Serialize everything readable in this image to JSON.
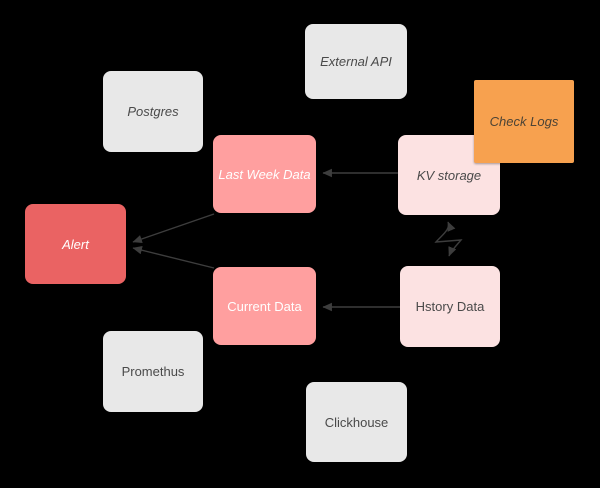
{
  "diagram": {
    "background": "#000000",
    "nodes": [
      {
        "id": "postgres",
        "label": "Postgres",
        "fill": "#e8e8e8",
        "text_color": "#4a4a4a",
        "italic": true
      },
      {
        "id": "external-api",
        "label": "External API",
        "fill": "#e8e8e8",
        "text_color": "#4a4a4a",
        "italic": true
      },
      {
        "id": "check-logs",
        "label": "Check Logs",
        "fill": "#f7a14f",
        "text_color": "#4d4436",
        "italic": true
      },
      {
        "id": "last-week-data",
        "label": "Last Week Data",
        "fill": "#ff9f9f",
        "text_color": "#ffffff",
        "italic": true
      },
      {
        "id": "kv-storage",
        "label": "KV storage",
        "fill": "#fce2e2",
        "text_color": "#4a4a4a",
        "italic": true
      },
      {
        "id": "alert",
        "label": "Alert",
        "fill": "#ea6363",
        "text_color": "#ffffff",
        "italic": true
      },
      {
        "id": "current-data",
        "label": "Current Data",
        "fill": "#ff9f9f",
        "text_color": "#ffffff",
        "italic": false
      },
      {
        "id": "hstory-data",
        "label": "Hstory Data",
        "fill": "#fce2e2",
        "text_color": "#4a4a4a",
        "italic": false
      },
      {
        "id": "promethus",
        "label": "Promethus",
        "fill": "#e8e8e8",
        "text_color": "#4a4a4a",
        "italic": false
      },
      {
        "id": "clickhouse",
        "label": "Clickhouse",
        "fill": "#e8e8e8",
        "text_color": "#4a4a4a",
        "italic": false
      }
    ],
    "edges": [
      {
        "from": "kv-storage",
        "to": "last-week-data",
        "style": "straight",
        "arrows": "end"
      },
      {
        "from": "last-week-data",
        "to": "alert",
        "style": "straight",
        "arrows": "end"
      },
      {
        "from": "current-data",
        "to": "alert",
        "style": "straight",
        "arrows": "end"
      },
      {
        "from": "hstory-data",
        "to": "current-data",
        "style": "straight",
        "arrows": "end"
      },
      {
        "from": "kv-storage",
        "to": "hstory-data",
        "style": "zigzag",
        "arrows": "both"
      }
    ],
    "colors": {
      "line": "#3d3d3d",
      "box_gray": "#e8e8e8",
      "box_pink": "#ff9f9f",
      "box_light_pink": "#fce2e2",
      "box_red": "#ea6363",
      "box_orange": "#f7a14f"
    }
  }
}
